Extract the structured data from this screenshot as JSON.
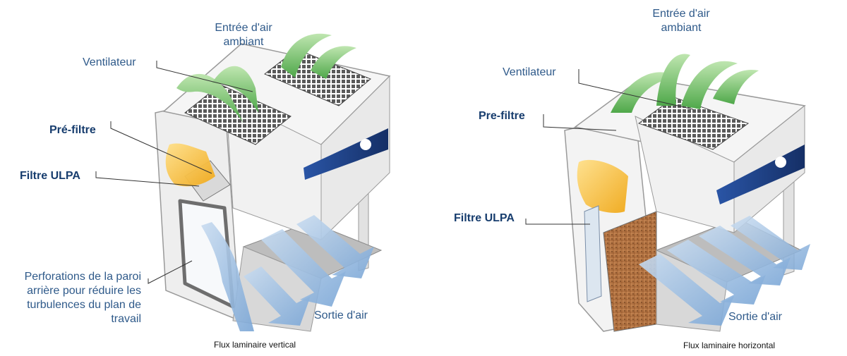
{
  "colors": {
    "label_blue": "#2f5a8a",
    "label_bold": "#173d6e",
    "leader_line": "#333333",
    "airflow_blue": "#8fb4dc",
    "green_air": "#7ac36a",
    "filter_yellow": "#f4b52a",
    "panel_navy": "#1c3f82",
    "cabinet_white": "#f4f4f4",
    "wood_back": "#b57442"
  },
  "left": {
    "inlet": "Entrée d'air ambiant",
    "fan": "Ventilateur",
    "prefilter": "Pré-filtre",
    "ulpa": "Filtre ULPA",
    "perforations": "Perforations de la paroi arrière pour réduire les turbulences du plan de travail",
    "outlet": "Sortie d'air",
    "caption": "Flux laminaire vertical"
  },
  "right": {
    "inlet": "Entrée d'air ambiant",
    "fan": "Ventilateur",
    "prefilter": "Pre-filtre",
    "ulpa": "Filtre ULPA",
    "outlet": "Sortie d'air",
    "caption": "Flux laminaire horizontal"
  }
}
